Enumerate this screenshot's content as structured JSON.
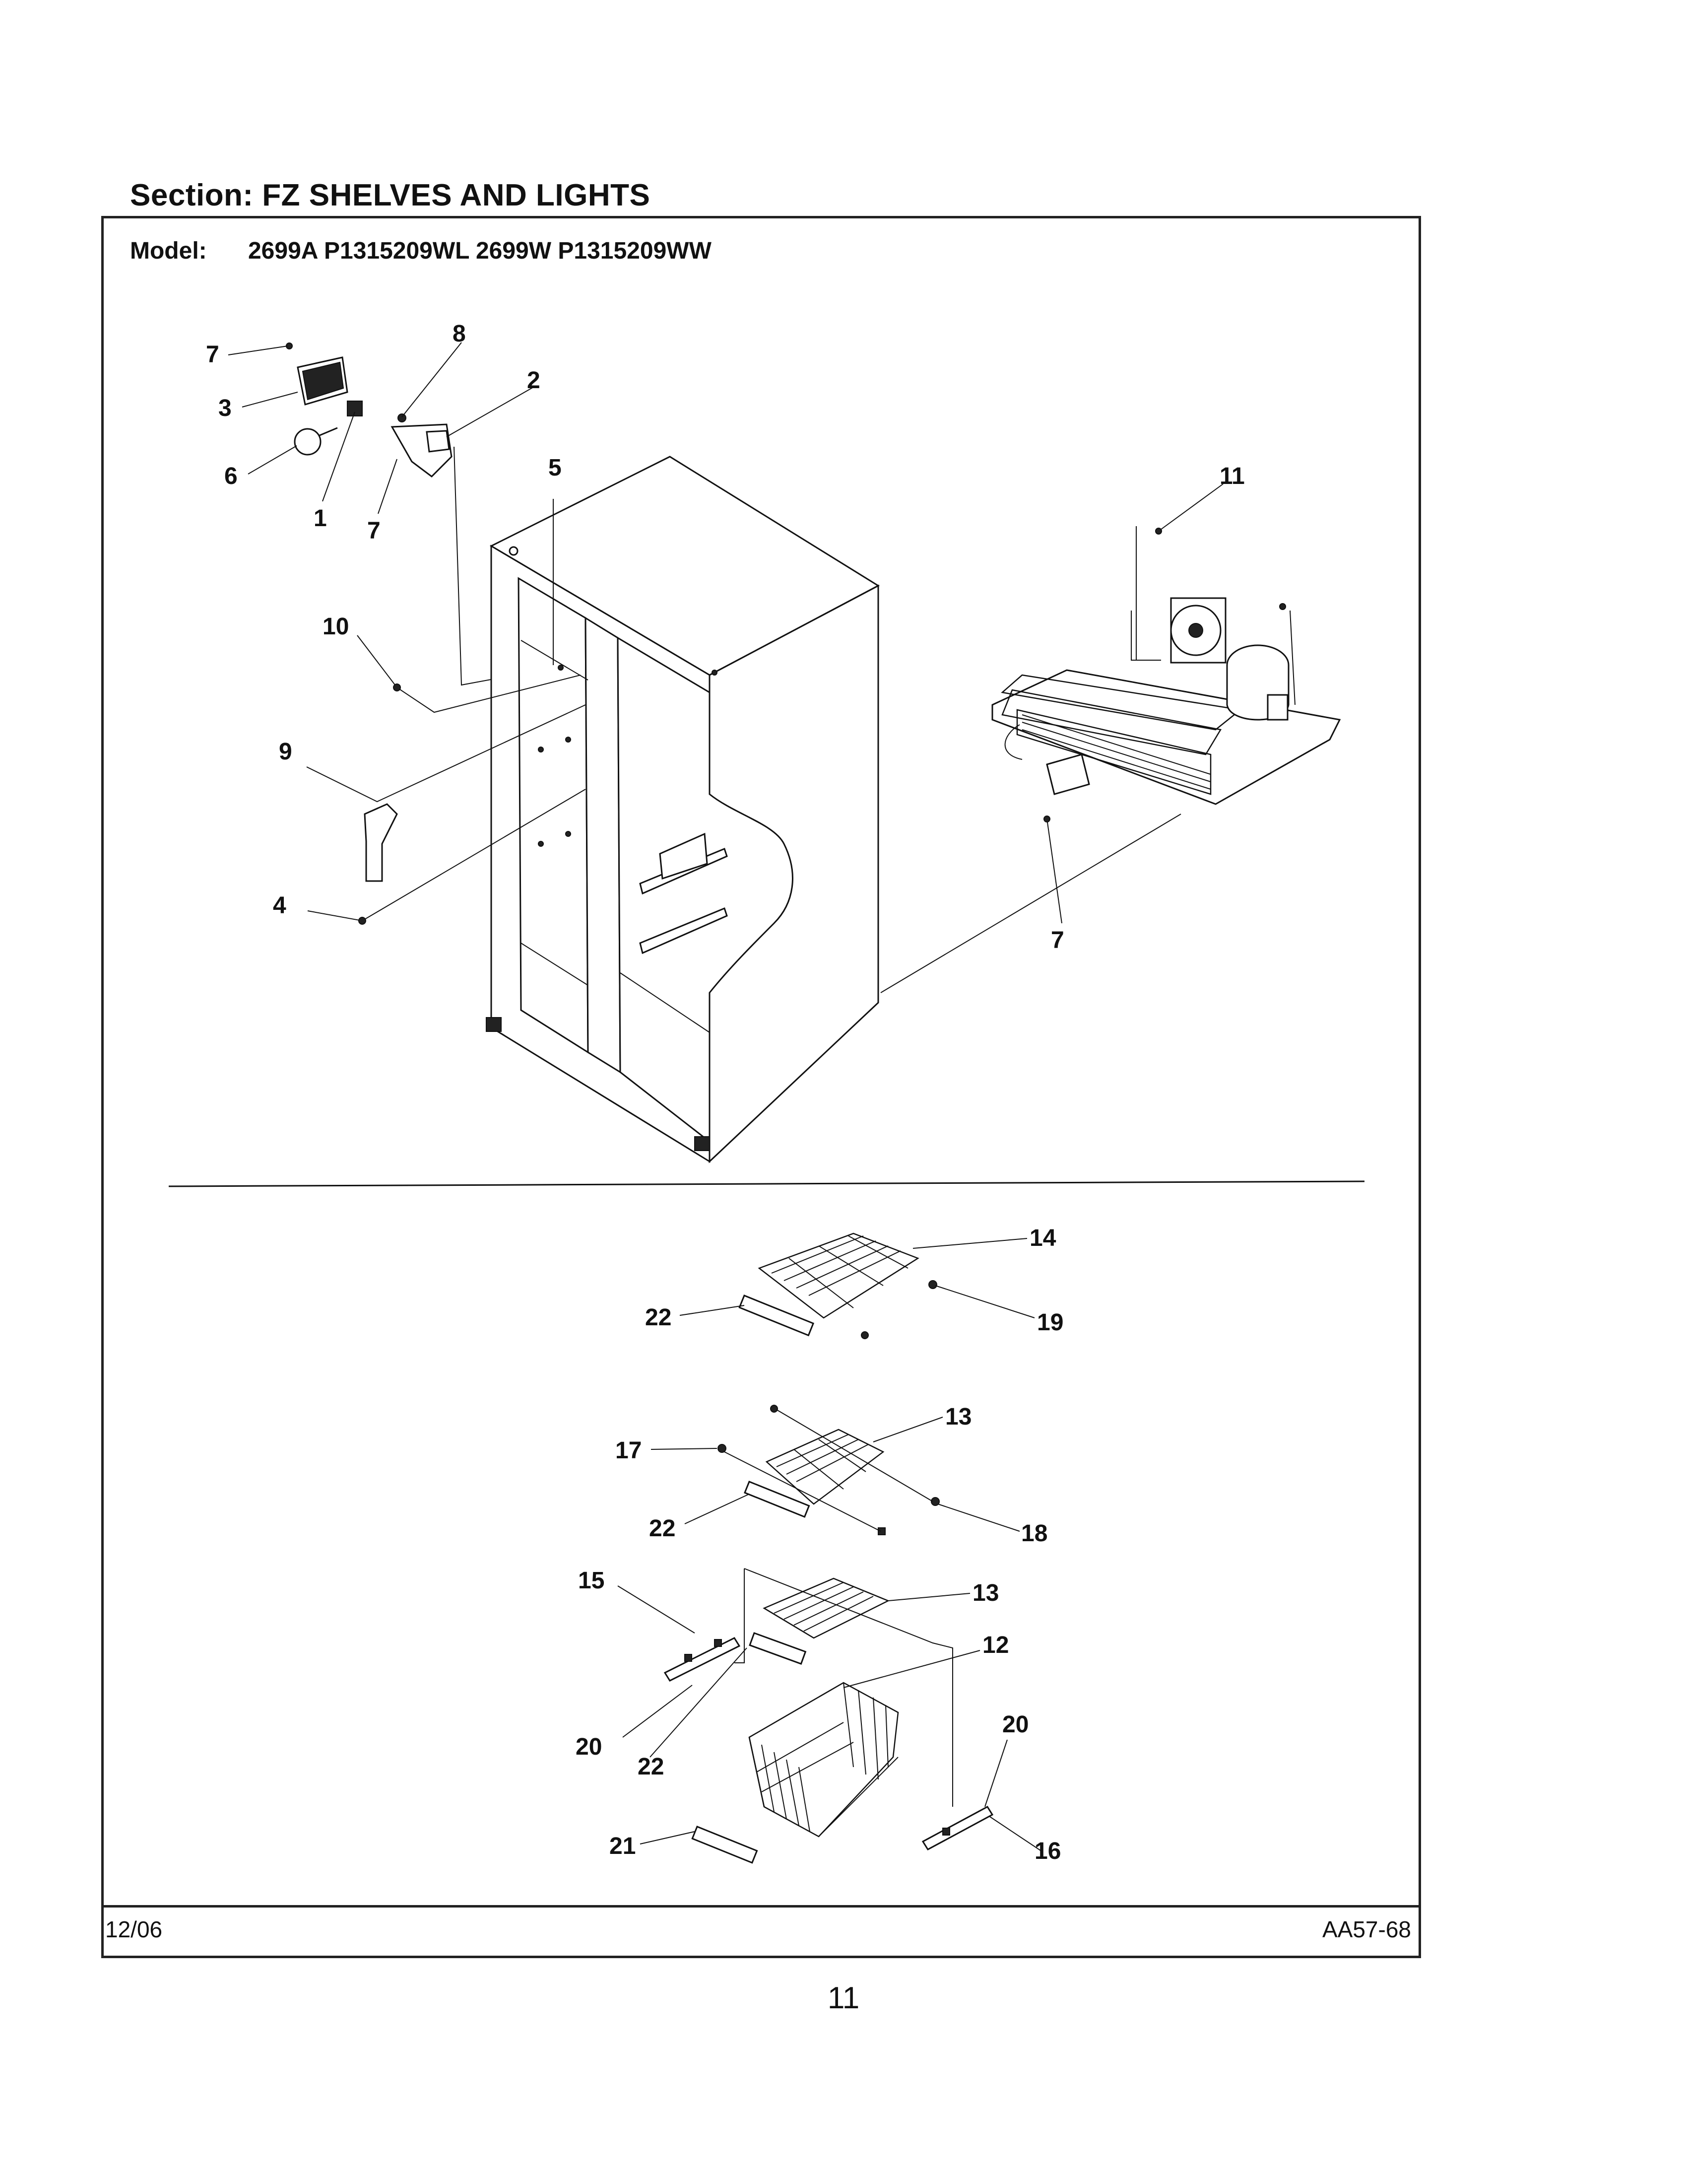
{
  "header": {
    "section": "Section:  FZ SHELVES AND LIGHTS",
    "model_label": "Model:",
    "model_value": "2699A P1315209WL 2699W P1315209WW"
  },
  "callouts": {
    "c7a": "7",
    "c3": "3",
    "c8": "8",
    "c2": "2",
    "c6": "6",
    "c1": "1",
    "c7b": "7",
    "c5": "5",
    "c11": "11",
    "c10": "10",
    "c9": "9",
    "c4": "4",
    "c7c": "7",
    "c14": "14",
    "c22a": "22",
    "c19": "19",
    "c13a": "13",
    "c17": "17",
    "c22b": "22",
    "c18": "18",
    "c15": "15",
    "c13b": "13",
    "c12": "12",
    "c20a": "20",
    "c22c": "22",
    "c20b": "20",
    "c21": "21",
    "c16": "16"
  },
  "footer": {
    "date": "12/06",
    "code": "AA57-68",
    "page": "11"
  }
}
